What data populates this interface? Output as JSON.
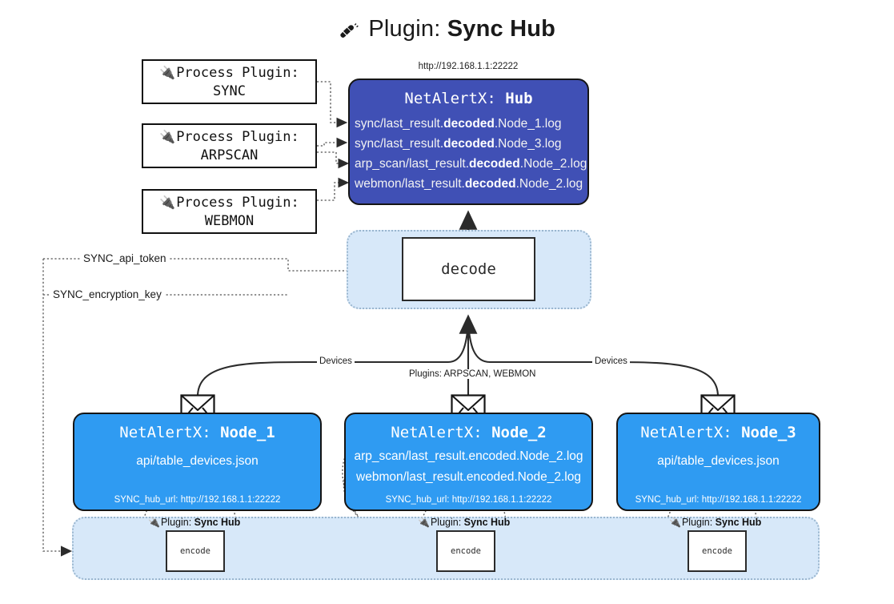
{
  "header": {
    "plug_icon": "plug-icon",
    "prefix": "Plugin:",
    "title": "Sync Hub"
  },
  "hub": {
    "url": "http://192.168.1.1:22222",
    "app": "NetAlertX:",
    "name": "Hub",
    "logs": [
      {
        "pre": "sync/last_result.",
        "em": "decoded",
        "post": ".Node_1.log"
      },
      {
        "pre": "sync/last_result.",
        "em": "decoded",
        "post": ".Node_3.log"
      },
      {
        "pre": "arp_scan/last_result.",
        "em": "decoded",
        "post": ".Node_2.log"
      },
      {
        "pre": "webmon/last_result.",
        "em": "decoded",
        "post": ".Node_2.log"
      }
    ]
  },
  "process_plugins": [
    {
      "label": "Process Plugin:",
      "name": "SYNC"
    },
    {
      "label": "Process Plugin:",
      "name": "ARPSCAN"
    },
    {
      "label": "Process Plugin:",
      "name": "WEBMON"
    }
  ],
  "decode": {
    "label": "decode"
  },
  "tokens": [
    {
      "label": "SYNC_api_token"
    },
    {
      "label": "SYNC_encryption_key"
    }
  ],
  "edge_labels": {
    "devices_left": "Devices",
    "plugins_mid": "Plugins: ARPSCAN, WEBMON",
    "devices_right": "Devices"
  },
  "nodes": [
    {
      "app": "NetAlertX:",
      "name": "Node_1",
      "lines": [
        "api/table_devices.json"
      ],
      "hub_url": "SYNC_hub_url: http://192.168.1.1:22222",
      "envelope_icon": "envelope-icon"
    },
    {
      "app": "NetAlertX:",
      "name": "Node_2",
      "lines": [
        "arp_scan/last_result.encoded.Node_2.log",
        "webmon/last_result.encoded.Node_2.log"
      ],
      "hub_url": "SYNC_hub_url: http://192.168.1.1:22222",
      "envelope_icon": "envelope-icon"
    },
    {
      "app": "NetAlertX:",
      "name": "Node_3",
      "lines": [
        "api/table_devices.json"
      ],
      "hub_url": "SYNC_hub_url: http://192.168.1.1:22222",
      "envelope_icon": "envelope-icon"
    }
  ],
  "encoders": [
    {
      "tag_prefix": "Plugin:",
      "tag_name": "Sync Hub",
      "label": "encode"
    },
    {
      "tag_prefix": "Plugin:",
      "tag_name": "Sync Hub",
      "label": "encode"
    },
    {
      "tag_prefix": "Plugin:",
      "tag_name": "Sync Hub",
      "label": "encode"
    }
  ],
  "colors": {
    "hub_fill": "#4050b5",
    "node_fill": "#2f9bf2",
    "pane_fill": "#d7e8f9",
    "pane_border": "#9ab6cf",
    "stroke": "#151515",
    "background": "#ffffff"
  }
}
